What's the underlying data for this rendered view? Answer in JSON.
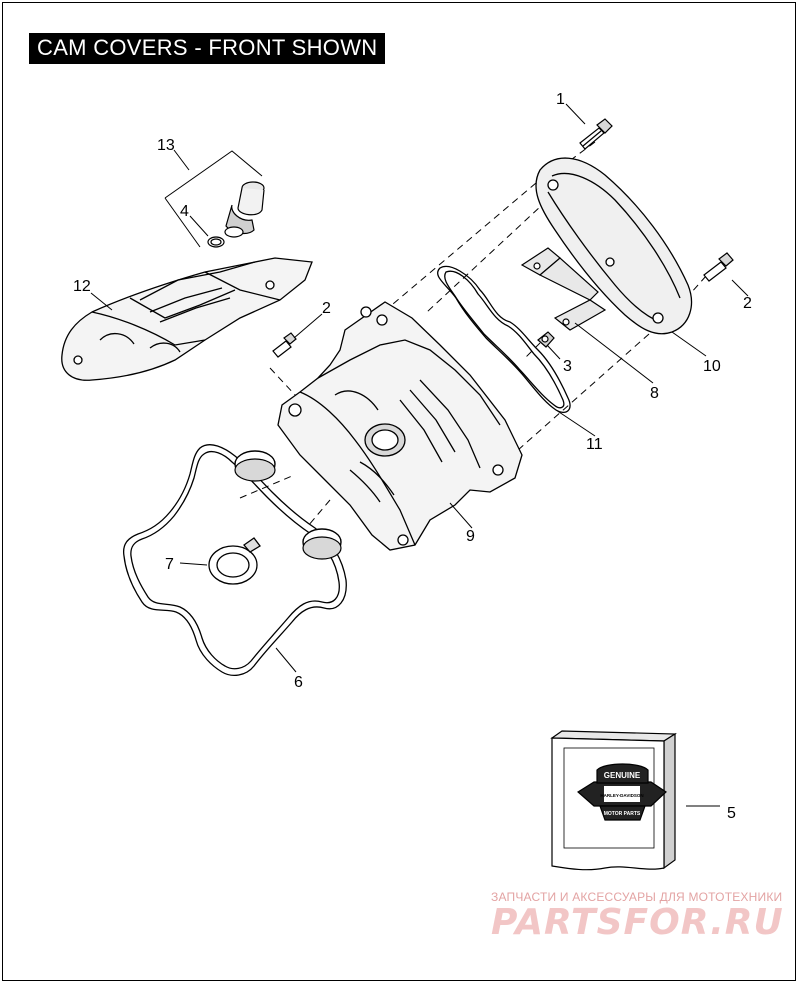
{
  "title": "CAM COVERS - FRONT SHOWN",
  "callouts": {
    "c1": "1",
    "c2a": "2",
    "c2b": "2",
    "c3": "3",
    "c4": "4",
    "c5": "5",
    "c6": "6",
    "c7": "7",
    "c8": "8",
    "c9": "9",
    "c10": "10",
    "c11": "11",
    "c12": "12",
    "c13": "13"
  },
  "logo": {
    "top": "GENUINE",
    "middle": "HARLEY-DAVIDSON",
    "bottom": "MOTOR PARTS"
  },
  "watermark": {
    "line1": "ЗАПЧАСТИ И АКСЕССУАРЫ ДЛЯ МОТОТЕХНИКИ",
    "line2": "PARTSFOR.RU"
  },
  "colors": {
    "line": "#000000",
    "shade": "#dcdcdc",
    "watermark": "#e3a3a3"
  }
}
